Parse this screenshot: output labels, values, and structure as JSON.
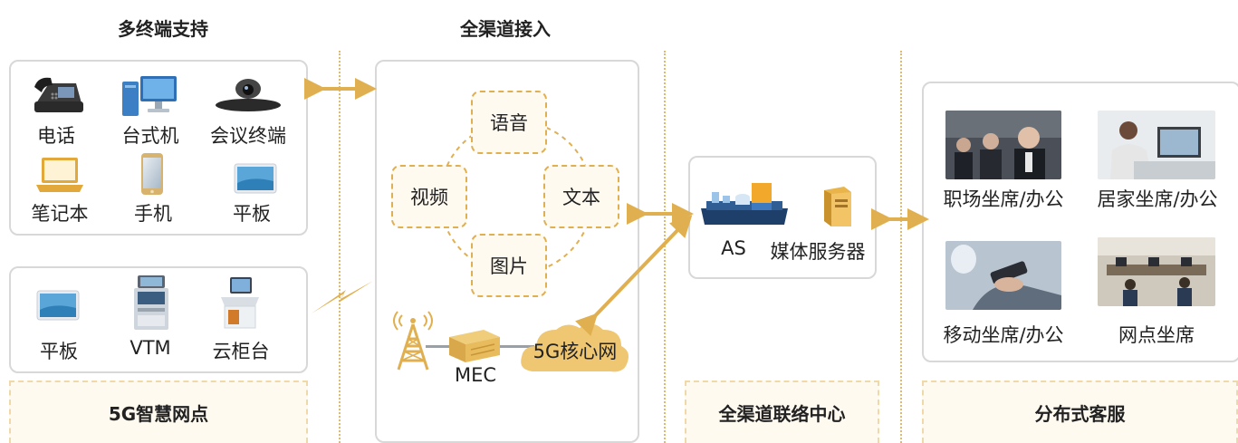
{
  "headings": {
    "multi_terminal": "多终端支持",
    "omni_access": "全渠道接入"
  },
  "terminals": {
    "phone": "电话",
    "desktop": "台式机",
    "conference": "会议终端",
    "laptop": "笔记本",
    "mobile": "手机",
    "tablet": "平板"
  },
  "branch_devices": {
    "tablet": "平板",
    "vtm": "VTM",
    "cabinet": "云柜台"
  },
  "channels": {
    "voice": "语音",
    "video": "视频",
    "text": "文本",
    "image": "图片"
  },
  "network": {
    "mec": "MEC",
    "core": "5G核心网"
  },
  "contact_center": {
    "as": "AS",
    "media_server": "媒体服务器"
  },
  "agents": {
    "workplace": "职场坐席/办公",
    "home": "居家坐席/办公",
    "mobile": "移动坐席/办公",
    "branch": "网点坐席"
  },
  "footers": {
    "branch": "5G智慧网点",
    "center": "全渠道联络中心",
    "distributed": "分布式客服"
  },
  "colors": {
    "accent": "#e0b050",
    "border": "#d8d8d8",
    "footer_bg": "#fffaf0"
  }
}
